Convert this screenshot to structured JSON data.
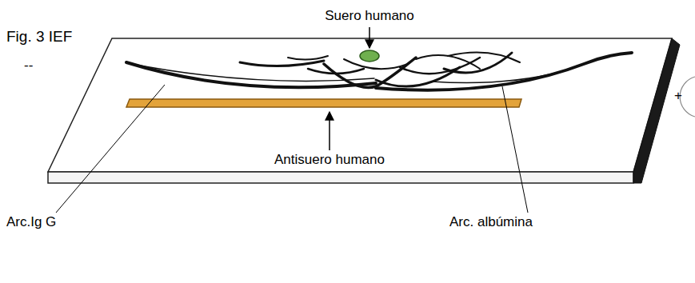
{
  "diagram": {
    "title": "Fig. 3 IEF",
    "labels": [
      "Suero humano",
      "--",
      "+",
      "Antisuero humano",
      "Arc.Ig G",
      "Arc. albúmina"
    ]
  }
}
